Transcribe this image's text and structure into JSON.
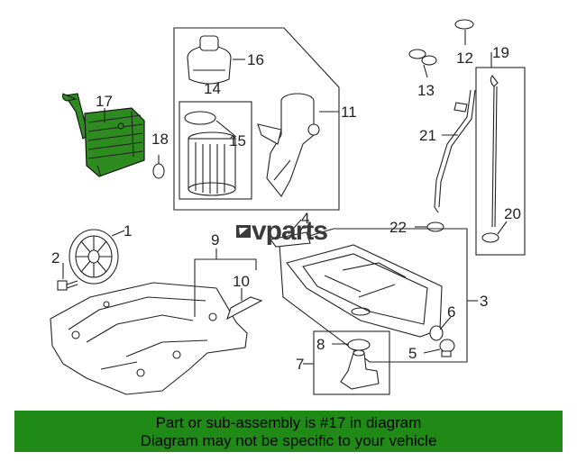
{
  "logo": {
    "text": "vparts"
  },
  "callouts": {
    "c1": "1",
    "c2": "2",
    "c3": "3",
    "c4": "4",
    "c5": "5",
    "c6": "6",
    "c7": "7",
    "c8": "8",
    "c9": "9",
    "c10": "10",
    "c11": "11",
    "c12": "12",
    "c13": "13",
    "c14": "14",
    "c15": "15",
    "c16": "16",
    "c17": "17",
    "c18": "18",
    "c19": "19",
    "c20": "20",
    "c21": "21",
    "c22": "22"
  },
  "highlight": {
    "part": "17",
    "color": "#2e8b1f"
  },
  "banner": {
    "line1": "Part or sub-assembly is #17 in diagram",
    "line2": "Diagram may not be specific to your vehicle",
    "color": "#1f8a16"
  }
}
